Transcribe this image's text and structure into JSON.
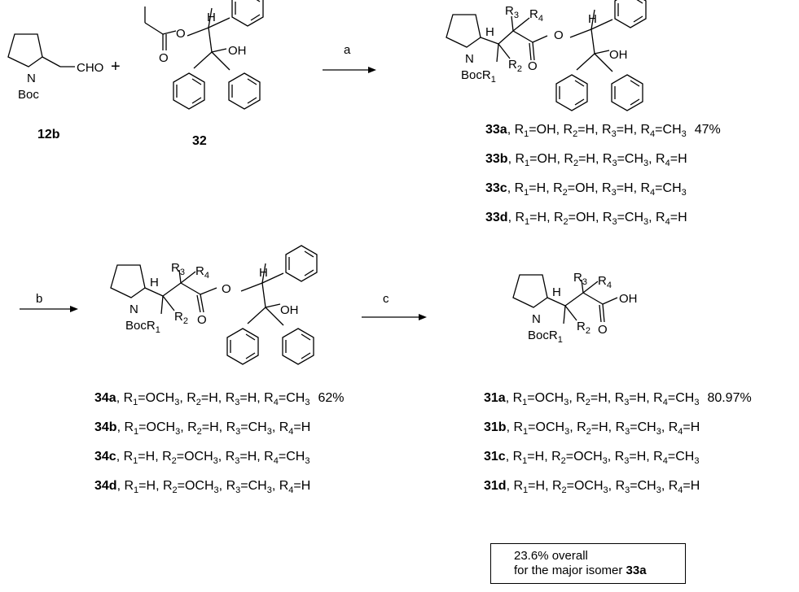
{
  "reactant_1": {
    "label": "12b",
    "groups": {
      "amine": "N",
      "protect": "Boc",
      "aldehyde": "CHO"
    }
  },
  "plus": "+",
  "reactant_2": {
    "label": "32",
    "groups": {
      "hydroxyl": "OH",
      "ester_o": "O",
      "carbonyl_o": "O"
    }
  },
  "steps": [
    {
      "id": "a",
      "label": "a"
    },
    {
      "id": "b",
      "label": "b"
    },
    {
      "id": "c",
      "label": "c"
    }
  ],
  "atom_text": {
    "N": "N",
    "Boc": "Boc",
    "BocR1": "BocR",
    "R1": "1",
    "R2": "R",
    "R2sub": "2",
    "R3": "R",
    "R3sub": "3",
    "R4": "R",
    "R4sub": "4",
    "H": "H",
    "O": "O",
    "OH": "OH"
  },
  "series_33": [
    {
      "id": "33a",
      "r1": "OH",
      "r2": "H",
      "r3": "H",
      "r4": "CH",
      "r4sub": "3",
      "yield": "47%"
    },
    {
      "id": "33b",
      "r1": "OH",
      "r2": "H",
      "r3": "CH",
      "r3sub": "3",
      "r4": "H"
    },
    {
      "id": "33c",
      "r1": "H",
      "r2": "OH",
      "r3": "H",
      "r4": "CH",
      "r4sub": "3"
    },
    {
      "id": "33d",
      "r1": "H",
      "r2": "OH",
      "r3": "CH",
      "r3sub": "3",
      "r4": "H"
    }
  ],
  "series_34": [
    {
      "id": "34a",
      "r1": "OCH",
      "r1sub": "3",
      "r2": "H",
      "r3": "H",
      "r4": "CH",
      "r4sub": "3",
      "yield": "62%"
    },
    {
      "id": "34b",
      "r1": "OCH",
      "r1sub": "3",
      "r2": "H",
      "r3": "CH",
      "r3sub": "3",
      "r4": "H"
    },
    {
      "id": "34c",
      "r1": "H",
      "r2": "OCH",
      "r2sub": "3",
      "r3": "H",
      "r4": "CH",
      "r4sub": "3"
    },
    {
      "id": "34d",
      "r1": "H",
      "r2": "OCH",
      "r2sub": "3",
      "r3": "CH",
      "r3sub": "3",
      "r4": "H"
    }
  ],
  "series_31": [
    {
      "id": "31a",
      "r1": "OCH",
      "r1sub": "3",
      "r2": "H",
      "r3": "H",
      "r4": "CH",
      "r4sub": "3",
      "yield": "80.97%"
    },
    {
      "id": "31b",
      "r1": "OCH",
      "r1sub": "3",
      "r2": "H",
      "r3": "CH",
      "r3sub": "3",
      "r4": "H"
    },
    {
      "id": "31c",
      "r1": "H",
      "r2": "OCH",
      "r2sub": "3",
      "r3": "H",
      "r4": "CH",
      "r4sub": "3"
    },
    {
      "id": "31d",
      "r1": "H",
      "r2": "OCH",
      "r2sub": "3",
      "r3": "CH",
      "r3sub": "3",
      "r4": "H"
    }
  ],
  "note": {
    "line1": "23.6%  overall",
    "line2": "for the major isomer",
    "compound": "33a"
  }
}
